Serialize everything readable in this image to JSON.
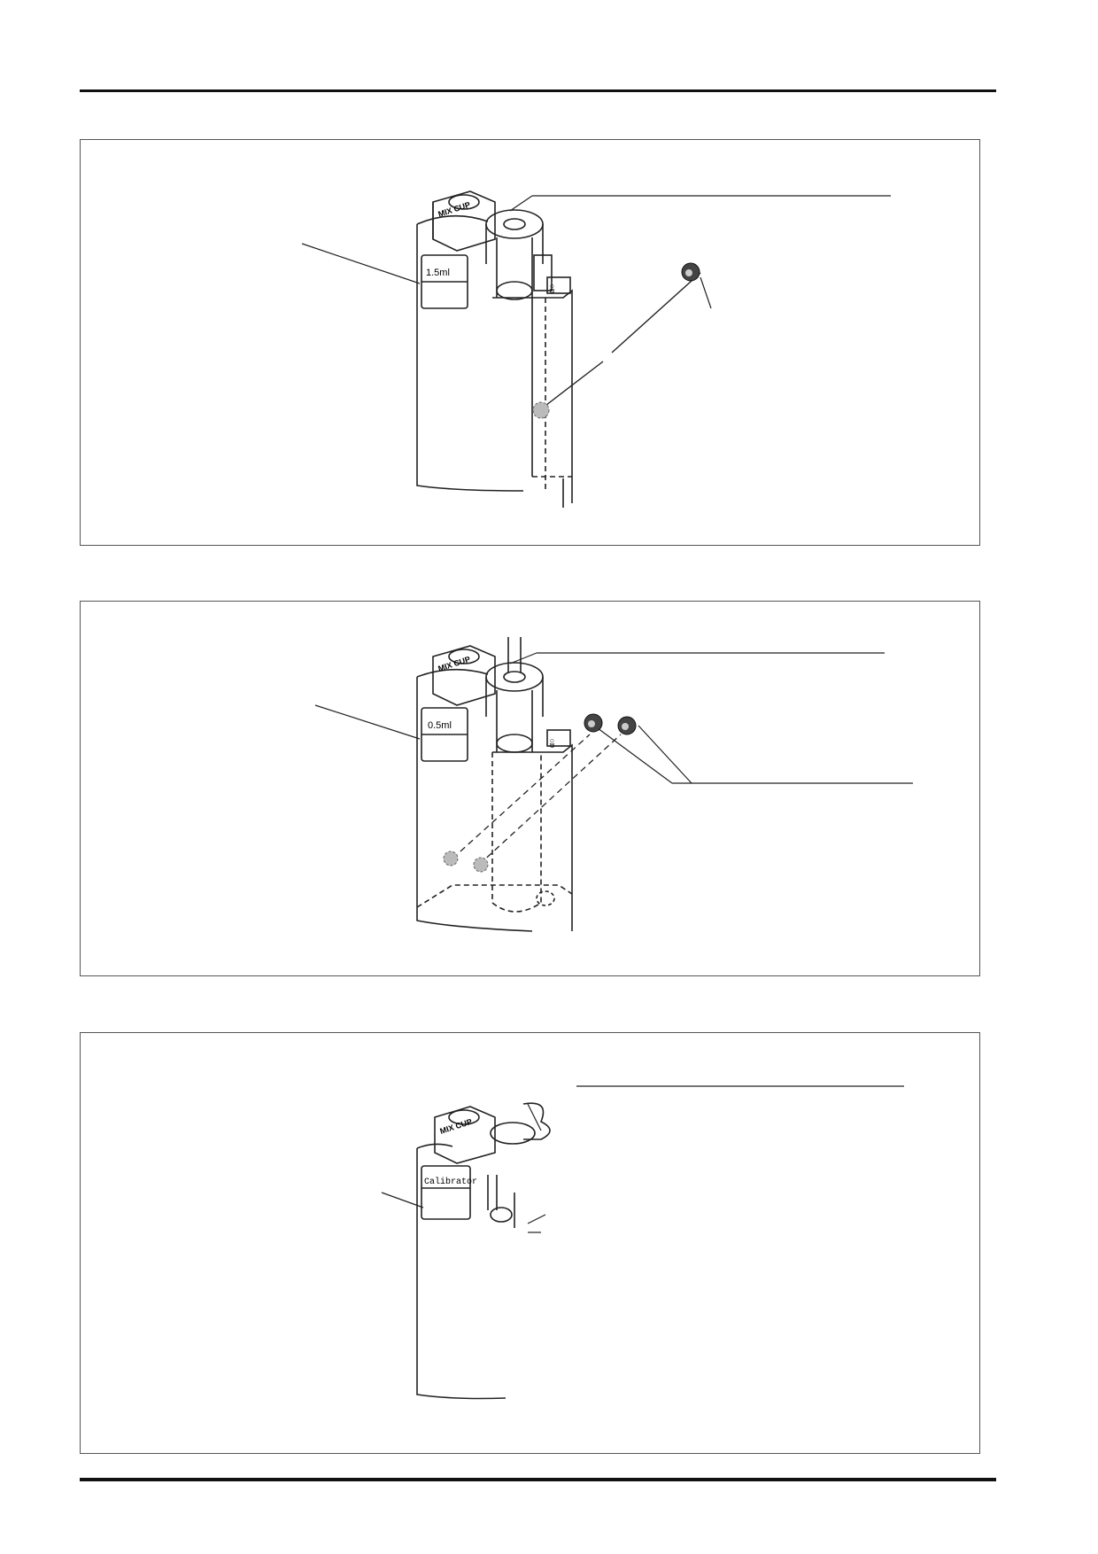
{
  "panels": [
    {
      "vial_label": "1.5ml",
      "cup_label": "MIX CUP",
      "side_mark": "α○"
    },
    {
      "vial_label": "0.5ml",
      "cup_label": "MIX CUP",
      "side_mark": "α○"
    },
    {
      "vial_label": "Calibrator",
      "cup_label": "MIX CUP"
    }
  ]
}
